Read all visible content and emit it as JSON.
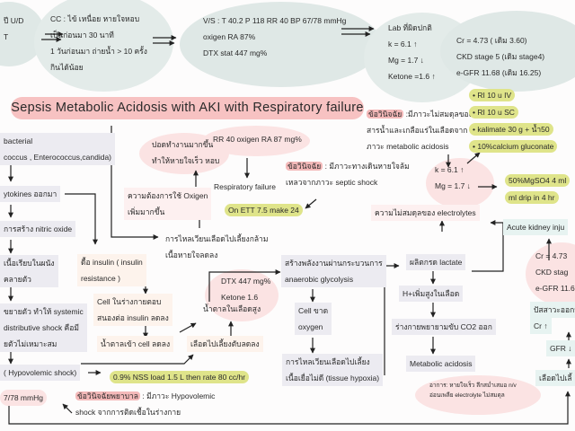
{
  "title": "Sepsis Metabolic Acidosis with AKI with Respiratory failure",
  "nodes": {
    "history": {
      "lines": [
        "ปี U/D",
        "T"
      ]
    },
    "chief-complaint": {
      "lines": [
        "CC : ไข้ เหนื่อย หายใจหอบ",
        "เป็นก่อนมา 30 นาที",
        "1 วันก่อนมา ถ่ายน้ำ > 10 ครั้ง",
        "กินได้น้อย"
      ]
    },
    "vital-signs": {
      "lines": [
        "V/S : T 40.2 P 118 RR 40 BP 67/78 mmHg",
        "oxigen RA 87%",
        "DTX stat 447 mg%"
      ]
    },
    "abnormal-labs": {
      "lines": [
        "Lab ที่ผิดปกติ",
        "k = 6.1 ↑",
        "Mg = 1.7 ↓",
        "Ketone =1.6 ↑"
      ]
    },
    "renal-labs": {
      "lines": [
        "Cr = 4.73 ( เดิม 3.60)",
        "CKD  stage 5 (เดิม stage4)",
        "e-GFR 11.68 (เดิม 16.25)"
      ]
    },
    "bacterial": {
      "lines": [
        "bacterial",
        "coccus , Enterococcus,candida)"
      ]
    },
    "cytokines": {
      "lines": [
        "ytokines ออกมา"
      ]
    },
    "nitric-oxide": {
      "lines": [
        "การสร้าง nitric oxide"
      ]
    },
    "smooth-muscle": {
      "lines": [
        "เนื้อเรียบในผนัง",
        "คลายตัว"
      ]
    },
    "distributive-shock": {
      "lines": [
        "ขยายตัว ทำให้ systemic",
        "distributive shock คือมี",
        "ยตัวไม่เหมาะสม"
      ]
    },
    "hypovolemic-shock": {
      "lines": [
        "( Hypovolemic shock)"
      ]
    },
    "bp": {
      "lines": [
        "7/78 mmHg"
      ]
    },
    "insulin-resistance": {
      "lines": [
        "ดื้อ insulin ( insulin",
        "resistance )"
      ]
    },
    "cell-insulin": {
      "lines": [
        "Cell ในร่างกายตอบ",
        "สนองต่อ insulin ลดลง"
      ]
    },
    "glucose-cell": {
      "lines": [
        "น้ำตาลเข้า cell ลดลง"
      ]
    },
    "nss-order": {
      "lines": [
        "0.9% NSS load 1.5 L then rate 80 cc/hr"
      ]
    },
    "nursing-dx-shock": {
      "label": "ข้อวินิจฉัยพยาบาล",
      "lines": [
        " : มีภาวะ Hypovolemic",
        "shock จากการติดเชื้อในร่างกาย"
      ]
    },
    "lung-work": {
      "lines": [
        "ปอดทำงานมากขึ้น",
        "ทำให้หายใจเร็ว หอบ"
      ]
    },
    "oxygen-demand": {
      "lines": [
        "ความต้องการใช้ Oxigen",
        "เพิ่มมากขึ้น"
      ]
    },
    "resp-muscle-flow": {
      "lines": [
        "การไหลเวียนเลือดไปเลี้ยงกล้าม",
        "เนื้อหายใจลดลง"
      ]
    },
    "rr-oxygen": {
      "lines": [
        "RR 40 oxigen RA 87 mg%"
      ]
    },
    "resp-failure": {
      "lines": [
        "Respiratory failure"
      ]
    },
    "ett-order": {
      "lines": [
        "On ETT 7.5 make 24"
      ]
    },
    "nursing-dx-resp": {
      "label": "ข้อวินิจฉัย",
      "lines": [
        " : มีภาวะทางเดินหายใจล้ม",
        "เหลวจากภาวะ septic shock"
      ]
    },
    "dtx-ketone": {
      "lines": [
        "DTX 447 mg%",
        "Ketone 1.6"
      ]
    },
    "high-glucose": {
      "lines": [
        "น้ำตาลในเลือดสูง"
      ]
    },
    "liver-flow": {
      "lines": [
        "เลือดไปเลี้ยงตับลดลง"
      ]
    },
    "anaerobic": {
      "lines": [
        "สร้างพลังงานผ่านกระบวนการ",
        "anaerobic glycolysis"
      ]
    },
    "cell-hypoxia": {
      "lines": [
        "Cell ขาด",
        "oxygen"
      ]
    },
    "tissue-hypoxia": {
      "lines": [
        "การไหลเวียนเลือดไปเลี้ยง",
        "เนื้อเยื่อไม่ดี (tissue hypoxia)"
      ]
    },
    "lactate": {
      "lines": [
        "ผลิตกรด lactate"
      ]
    },
    "h-ion": {
      "lines": [
        "H+เพิ่มสูงในเลือด"
      ]
    },
    "co2": {
      "lines": [
        "ร่างกายพยายามขับ CO2 ออก"
      ]
    },
    "metabolic-acidosis": {
      "lines": [
        "Metabolic acidosis"
      ]
    },
    "acidosis-symptoms": {
      "lines": [
        "อาการ: หายใจเร็ว ลึกสม่ำเสมอ n/v",
        "อ่อนเพลีย electrolyte ไม่สมดุล"
      ]
    },
    "nursing-dx-electrolyte": {
      "label": "ข้อวินิจฉัย",
      "lines": [
        " :มีภาวะไม่สมดุลของ",
        "สารน้ำและเกลือแร่ในเลือดจาก",
        "ภาวะ metabolic acidosis"
      ]
    },
    "k-mg": {
      "lines": [
        "k = 6.1 ↑",
        "Mg = 1.7 ↓"
      ]
    },
    "electrolyte-imbalance": {
      "lines": [
        "ความไม่สมดุลของ electrolytes"
      ]
    },
    "rx-ri-iv": {
      "lines": [
        "•     RI 10 u IV"
      ]
    },
    "rx-ri-sc": {
      "lines": [
        "•     RI 10 u SC"
      ]
    },
    "rx-kalimate": {
      "lines": [
        "•     kalimate 30 g + น้ำ50"
      ]
    },
    "rx-calcium": {
      "lines": [
        "•     10%calcium gluconate"
      ]
    },
    "rx-mgso4-1": {
      "lines": [
        "50%MgSO4 4 ml"
      ]
    },
    "rx-mgso4-2": {
      "lines": [
        "ml drip in 4 hr"
      ]
    },
    "aki": {
      "lines": [
        "Acute kidney inju"
      ]
    },
    "cr-ckd": {
      "lines": [
        "Cr = 4.73",
        "CKD  stag",
        "e-GFR 11.6"
      ]
    },
    "urine": {
      "lines": [
        "ปัสสาวะออกน้"
      ]
    },
    "cr-up": {
      "lines": [
        "Cr ↑"
      ]
    },
    "gfr-down": {
      "lines": [
        "GFR ↓"
      ]
    },
    "renal-flow": {
      "lines": [
        "เลือดไปเลี้"
      ]
    }
  },
  "colors": {
    "title": "#f7c2c2",
    "green": "#dfe48a",
    "gray": "#ecebf1",
    "teal": "#dfe8e6"
  }
}
